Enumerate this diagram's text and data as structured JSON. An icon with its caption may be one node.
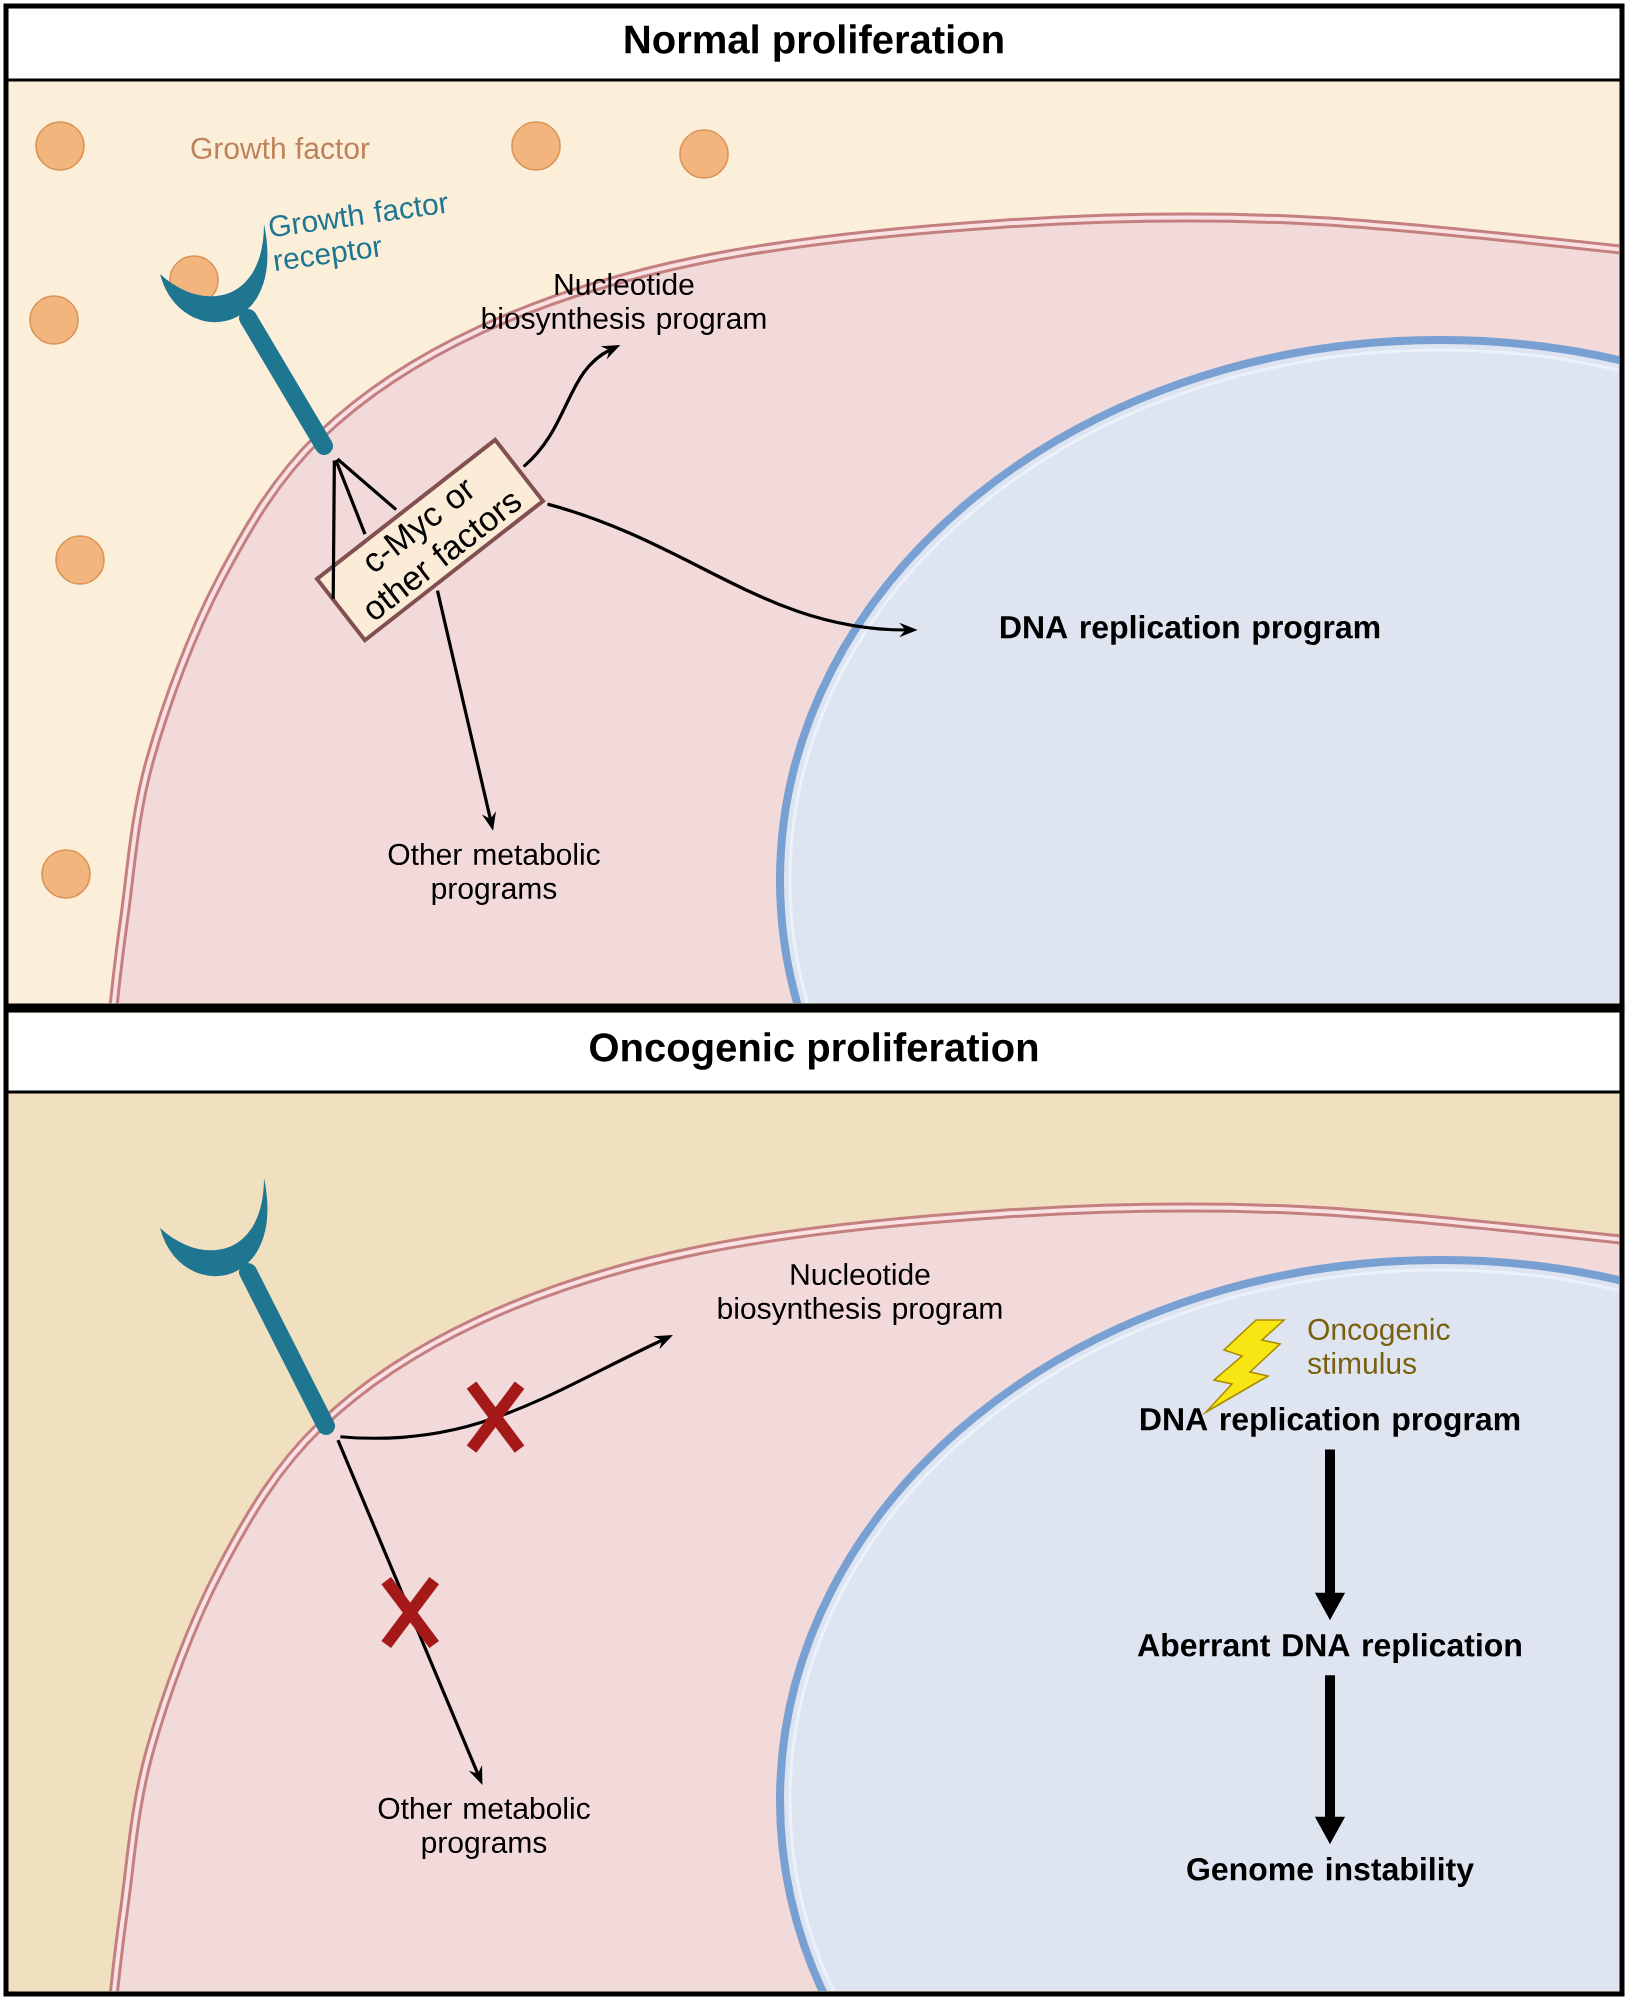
{
  "diagram": {
    "nodes": [
      {
        "text": [
          "Normal proliferation"
        ]
      },
      {
        "text": [],
        "shape": "picture",
        "beside": [
          "Growth factor receptor"
        ],
        "in": 0
      },
      {
        "text": [
          "c-Myc or other factors"
        ],
        "in": 0
      },
      {
        "text": [
          "Nucleotide biosynthesis program"
        ],
        "in": 0
      },
      {
        "text": [
          "DNA replication program"
        ],
        "in": 0
      },
      {
        "text": [
          "Other metabolic programs"
        ],
        "in": 0
      },
      {
        "text": [
          "Oncogenic proliferation"
        ]
      },
      {
        "text": [],
        "shape": "picture",
        "in": 6
      },
      {
        "text": [
          "Nucleotide biosynthesis program"
        ],
        "in": 6
      },
      {
        "text": [
          "Other metabolic programs"
        ],
        "in": 6
      },
      {
        "text": [
          "DNA replication program"
        ],
        "in": 6
      },
      {
        "text": [
          "Aberrant DNA replication"
        ],
        "in": 6
      },
      {
        "text": [
          "Genome instability"
        ],
        "in": 6
      }
    ],
    "edges": [
      {
        "from": 1,
        "to": 2,
        "arrow": "none"
      },
      {
        "from": 1,
        "to": 2,
        "arrow": "none"
      },
      {
        "from": 1,
        "to": 2,
        "arrow": "none"
      },
      {
        "from": 2,
        "to": 3,
        "arrow": "to"
      },
      {
        "from": 2,
        "to": 4,
        "arrow": "to"
      },
      {
        "from": 2,
        "to": 5,
        "arrow": "to"
      },
      {
        "from": 7,
        "to": 8,
        "arrow": "to"
      },
      {
        "from": 7,
        "to": 9,
        "arrow": "to"
      },
      {
        "from": 10,
        "to": 11,
        "arrow": "to",
        "style": "thick"
      },
      {
        "from": 11,
        "to": 12,
        "arrow": "to",
        "style": "thick"
      }
    ],
    "labels": [
      "Growth factor",
      "Oncogenic stimulus"
    ]
  }
}
